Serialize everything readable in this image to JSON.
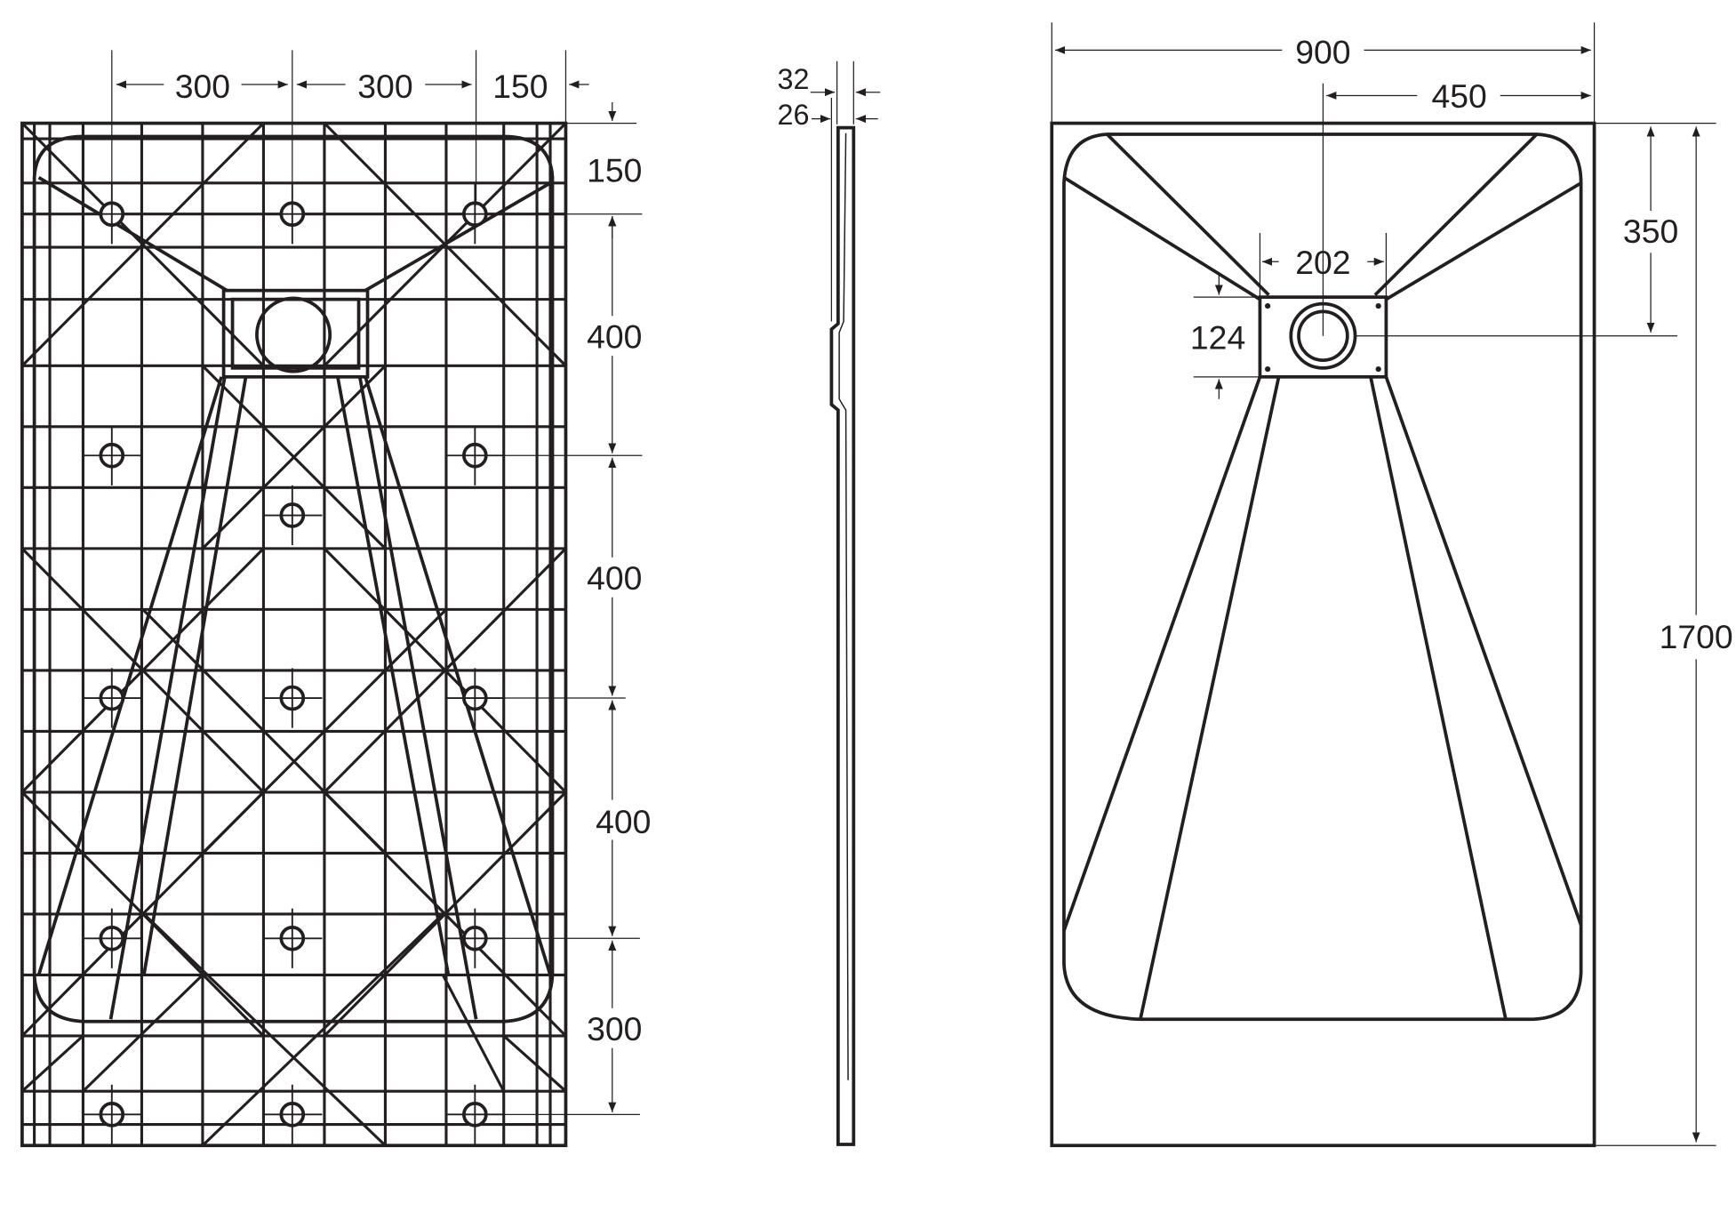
{
  "colors": {
    "line": "#231f20",
    "background": "#ffffff"
  },
  "bottom_view": {
    "dims_horizontal": [
      "300",
      "300",
      "150"
    ],
    "dims_vertical": [
      "150",
      "400",
      "400",
      "400",
      "300"
    ]
  },
  "side_view": {
    "dims": [
      "32",
      "26"
    ]
  },
  "top_view": {
    "width": "900",
    "drain_offset_x": "450",
    "drain_width": "202",
    "drain_height": "124",
    "drain_offset_y": "350",
    "length": "1700"
  }
}
